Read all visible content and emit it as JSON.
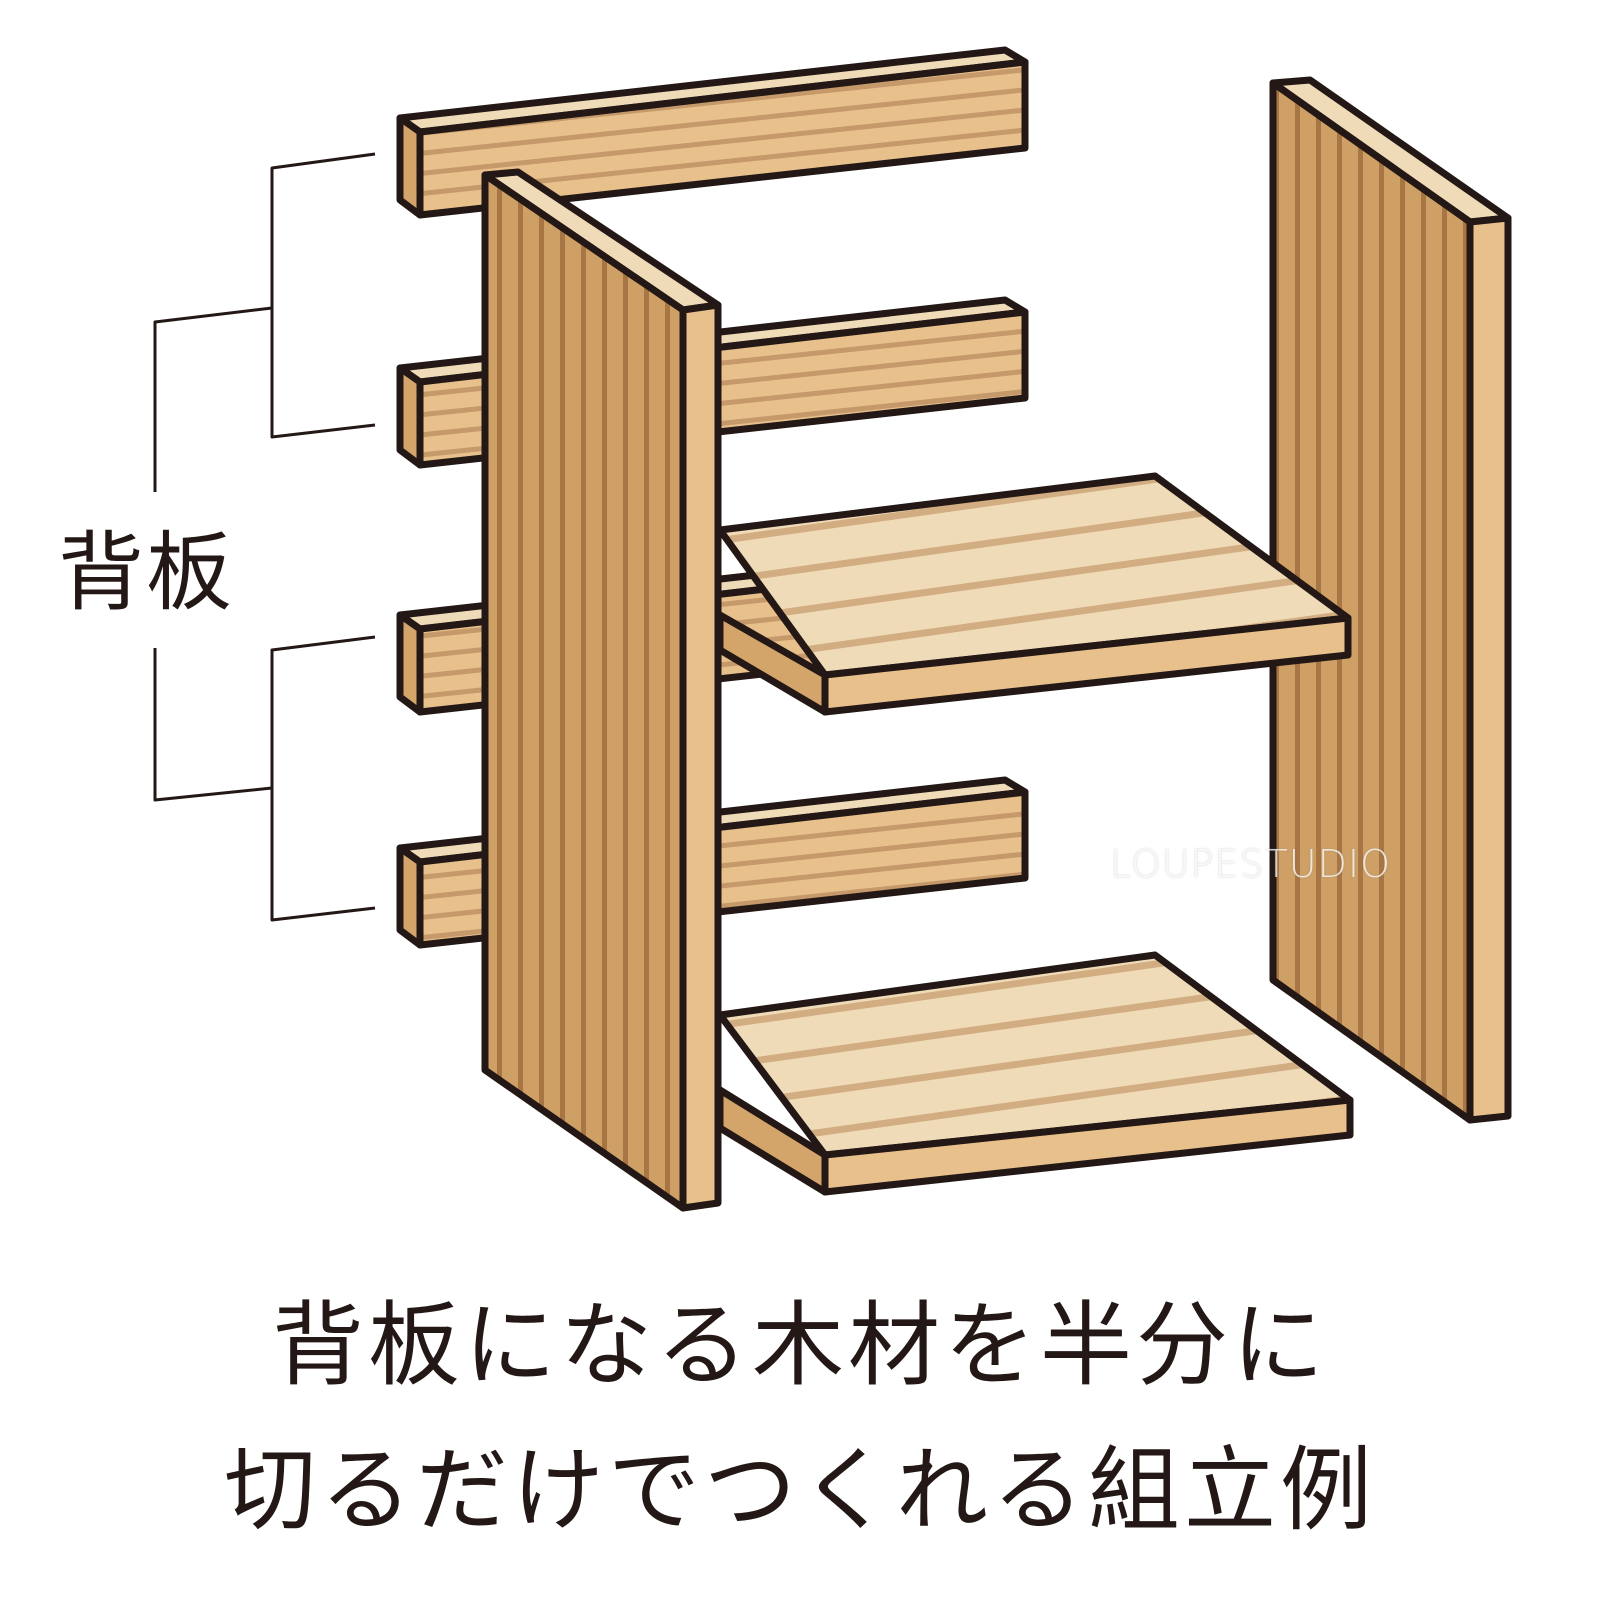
{
  "illustration": {
    "title": "背板になる木材を半分に切るだけでつくれる組立例",
    "callout_label": "背板",
    "caption_lines": [
      "背板になる木材を半分に",
      "切るだけでつくれる組立例"
    ],
    "watermark": "LOUPESTUDIO",
    "parts": {
      "back_boards": 4,
      "side_panels": 2,
      "shelf_boards": 2
    },
    "colors": {
      "outline": "#231815",
      "wood_top_light": "#f0dbb8",
      "wood_face": "#e7c08c",
      "wood_side": "#d4a56a",
      "panel_face": "#cfa065",
      "grain_dark": "#a87544",
      "grain_light": "#d2ad82",
      "background": "#ffffff"
    }
  }
}
